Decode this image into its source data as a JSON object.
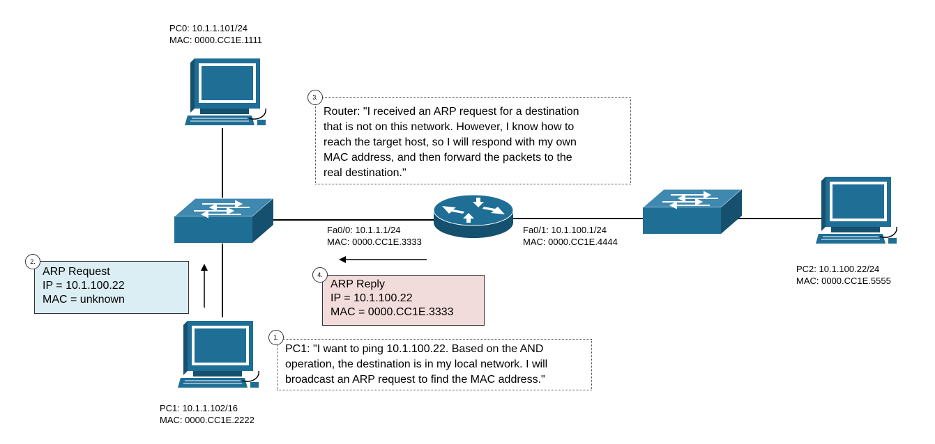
{
  "pc0": {
    "ip": "PC0: 10.1.1.101/24",
    "mac": "MAC: 0000.CC1E.1111"
  },
  "pc1": {
    "ip": "PC1: 10.1.1.102/16",
    "mac": "MAC: 0000.CC1E.2222"
  },
  "pc2": {
    "ip": "PC2: 10.1.100.22/24",
    "mac": "MAC: 0000.CC1E.5555"
  },
  "router": {
    "fa0_0": {
      "ip": "Fa0/0: 10.1.1.1/24",
      "mac": "MAC: 0000.CC1E.3333"
    },
    "fa0_1": {
      "ip": "Fa0/1: 10.1.100.1/24",
      "mac": "MAC: 0000.CC1E.4444"
    }
  },
  "notes": {
    "step1": {
      "badge": "1.",
      "lines": [
        "PC1: \"I want to ping 10.1.100.22. Based on the AND",
        "operation, the destination is in my local network. I will",
        "broadcast an ARP request to find the MAC address.\""
      ]
    },
    "step3": {
      "badge": "3.",
      "lines": [
        "Router: \"I received an ARP request for a destination",
        "that is not on this network. However, I know how to",
        "reach the target host, so I will respond with my own",
        "MAC address, and then forward the packets to the",
        "real destination.\""
      ]
    }
  },
  "arp_request": {
    "badge": "2.",
    "title": "ARP Request",
    "ip": "IP = 10.1.100.22",
    "mac": "MAC = unknown"
  },
  "arp_reply": {
    "badge": "4.",
    "title": "ARP Reply",
    "ip": "IP = 10.1.100.22",
    "mac": "MAC = 0000.CC1E.3333"
  },
  "colors": {
    "device_blue": "#1f6e96",
    "device_dark": "#15506e",
    "request_fill": "#dbeef4",
    "reply_fill": "#f2dcdb"
  },
  "icons": {
    "pc": "pc-icon",
    "switch": "switch-icon",
    "router": "router-icon"
  }
}
